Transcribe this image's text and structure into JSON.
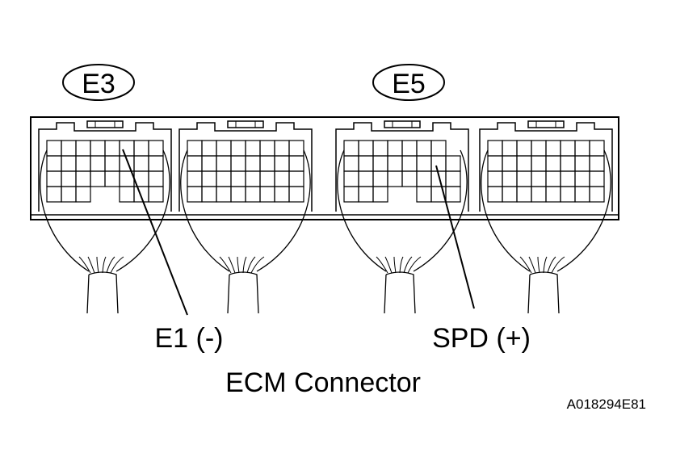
{
  "connector_labels": {
    "left": "E3",
    "right": "E5"
  },
  "callouts": {
    "left": "E1 (-)",
    "right": "SPD (+)"
  },
  "title": "ECM Connector",
  "figure_code": "A018294E81",
  "colors": {
    "ink": "#000000",
    "background": "#ffffff"
  }
}
